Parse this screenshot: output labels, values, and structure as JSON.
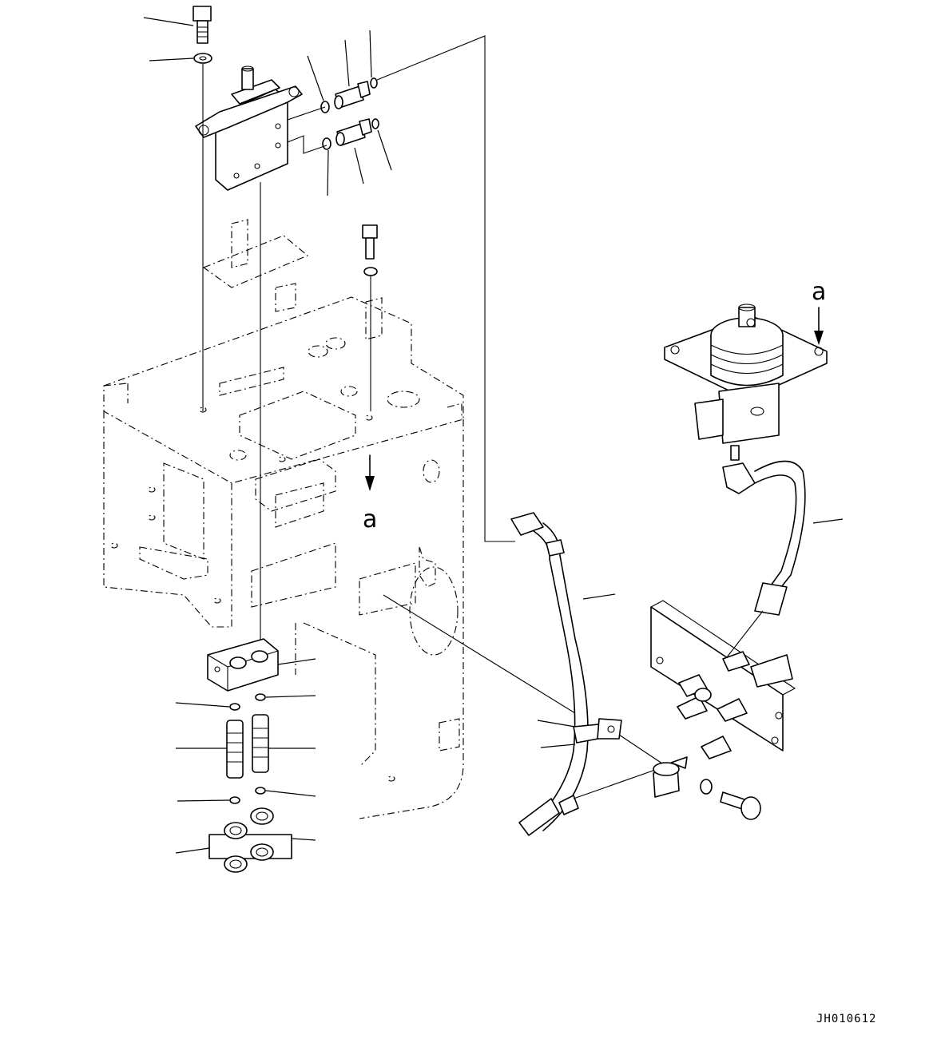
{
  "diagram": {
    "view_label_a": "a",
    "view_arrow_label": "a",
    "drawing_code": "JH010612"
  }
}
